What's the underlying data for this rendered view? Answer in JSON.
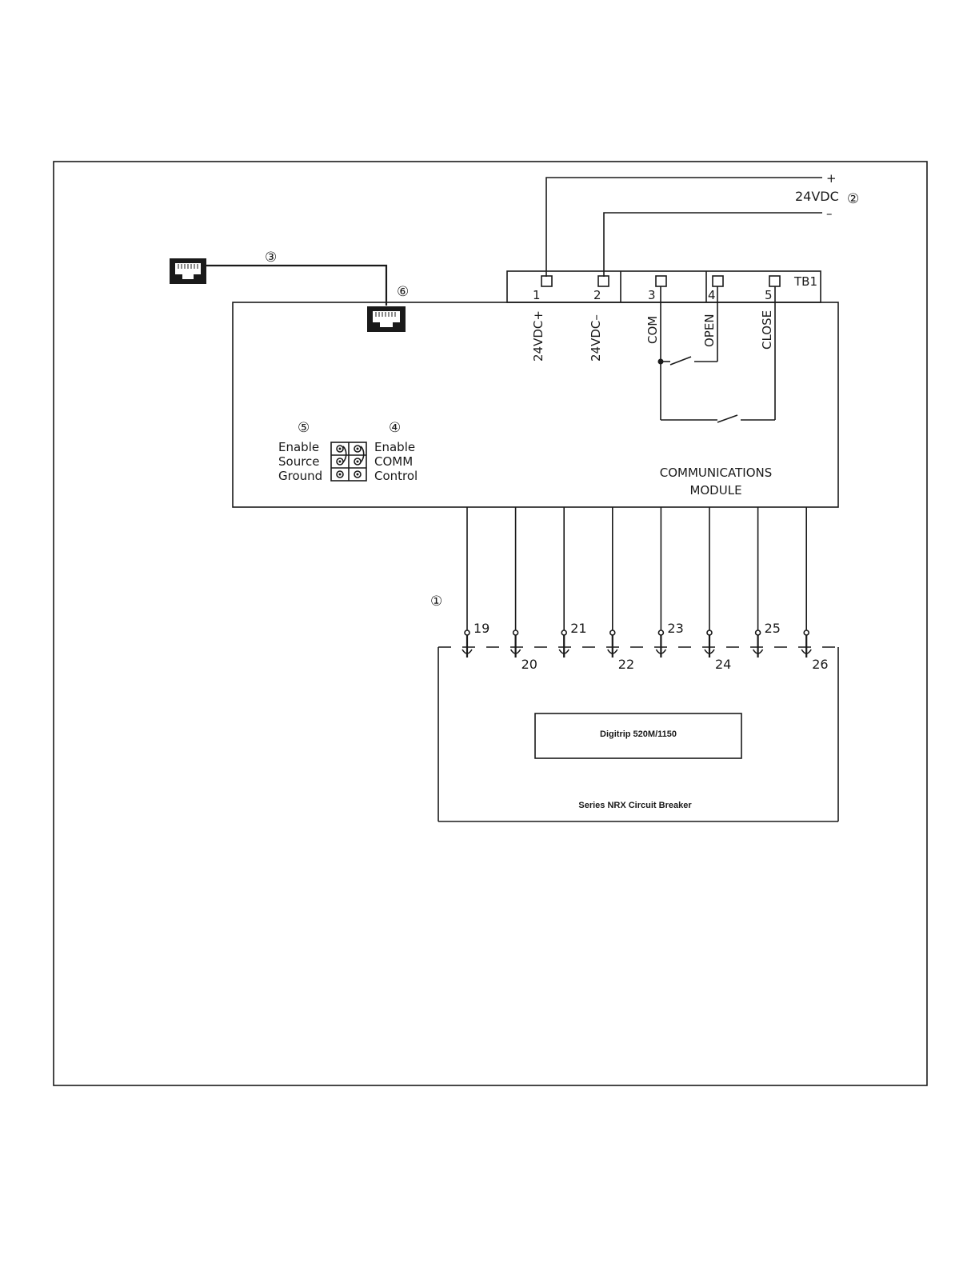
{
  "supply": {
    "plus": "+",
    "minus": "–",
    "label": "24VDC",
    "callout": "②"
  },
  "callouts": {
    "c1": "①",
    "c3": "③",
    "c4": "④",
    "c5": "⑤",
    "c6": "⑥"
  },
  "terminal_block": {
    "name": "TB1",
    "terminals": [
      {
        "num": "1",
        "label": "24VDC+"
      },
      {
        "num": "2",
        "label": "24VDC–"
      },
      {
        "num": "3",
        "label": "COM"
      },
      {
        "num": "4",
        "label": "OPEN"
      },
      {
        "num": "5",
        "label": "CLOSE"
      }
    ]
  },
  "jumpers": {
    "left": [
      "Enable",
      "Source",
      "Ground"
    ],
    "right": [
      "Enable",
      "COMM",
      "Control"
    ]
  },
  "module": {
    "line1": "COMMUNICATIONS",
    "line2": "MODULE"
  },
  "breaker_pins": [
    "19",
    "20",
    "21",
    "22",
    "23",
    "24",
    "25",
    "26"
  ],
  "trip_unit": "Digitrip 520M/1150",
  "breaker": "Series NRX Circuit Breaker"
}
